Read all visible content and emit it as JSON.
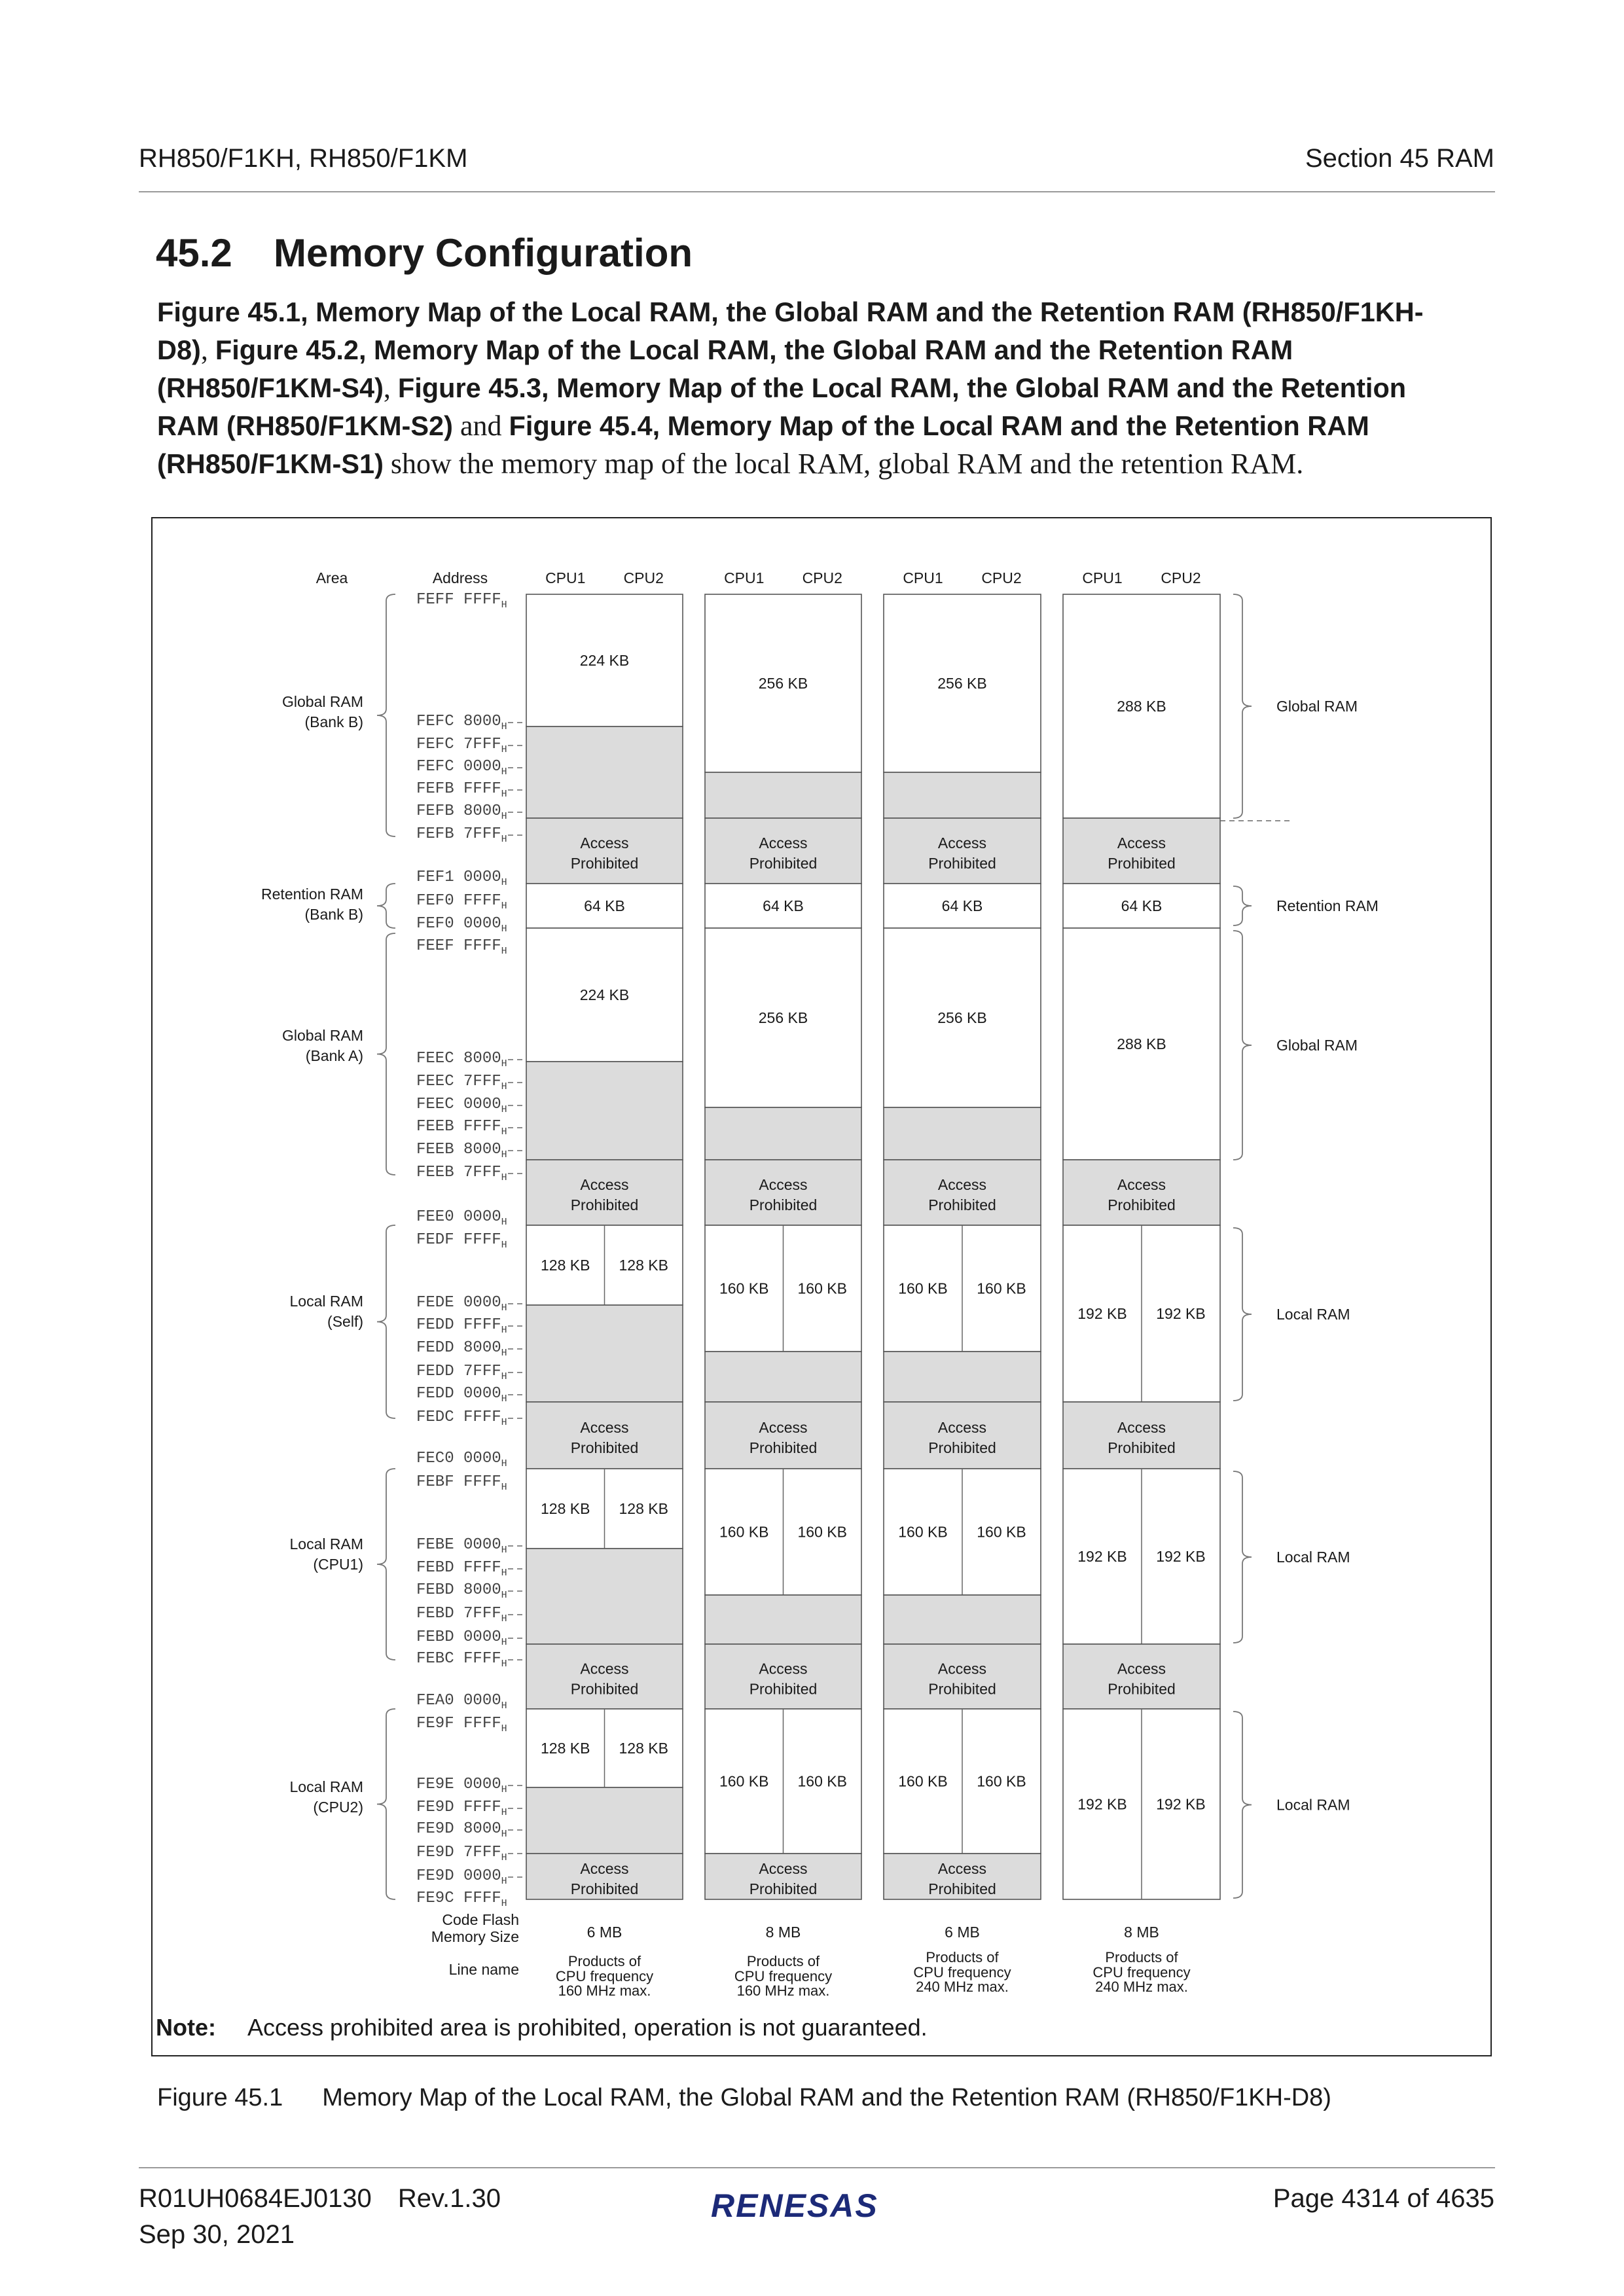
{
  "header": {
    "left": "RH850/F1KH, RH850/F1KM",
    "right": "Section 45  RAM"
  },
  "section": {
    "number": "45.2",
    "title": "Memory Configuration"
  },
  "intro": {
    "fig1": "Figure 45.1, Memory Map of the Local RAM, the Global RAM and the Retention RAM (RH850/F1KH-D8)",
    "sep1": ", ",
    "fig2": "Figure 45.2, Memory Map of the Local RAM, the Global RAM and the Retention RAM (RH850/F1KM-S4)",
    "sep2": ", ",
    "fig3": "Figure 45.3, Memory Map of the Local RAM, the Global RAM and the Retention RAM (RH850/F1KM-S2)",
    "sep3": " and ",
    "fig4": "Figure 45.4, Memory Map of the Local RAM and the Retention RAM (RH850/F1KM-S1)",
    "tail": " show the memory map of the local RAM, global RAM and the retention RAM."
  },
  "diagram": {
    "col_area": "Area",
    "col_address": "Address",
    "cpu1": "CPU1",
    "cpu2": "CPU2",
    "areas": [
      [
        "Global RAM",
        "(Bank B)"
      ],
      [
        "Retention RAM",
        "(Bank B)"
      ],
      [
        "Global RAM",
        "(Bank A)"
      ],
      [
        "Local RAM",
        "(Self)"
      ],
      [
        "Local RAM",
        "(CPU1)"
      ],
      [
        "Local RAM",
        "(CPU2)"
      ]
    ],
    "addresses": [
      "FEFF FFFF",
      "FEFC 8000",
      "FEFC 7FFF",
      "FEFC 0000",
      "FEFB FFFF",
      "FEFB 8000",
      "FEFB 7FFF",
      "FEF1 0000",
      "FEF0 FFFF",
      "FEF0 0000",
      "FEEF FFFF",
      "FEEC 8000",
      "FEEC 7FFF",
      "FEEC 0000",
      "FEEB FFFF",
      "FEEB 8000",
      "FEEB 7FFF",
      "FEE0 0000",
      "FEDF FFFF",
      "FEDE 0000",
      "FEDD FFFF",
      "FEDD 8000",
      "FEDD 7FFF",
      "FEDD 0000",
      "FEDC FFFF",
      "FEC0 0000",
      "FEBF FFFF",
      "FEBE 0000",
      "FEBD FFFF",
      "FEBD 8000",
      "FEBD 7FFF",
      "FEBD 0000",
      "FEBC FFFF",
      "FEA0 0000",
      "FE9F FFFF",
      "FE9E 0000",
      "FE9D FFFF",
      "FE9D 8000",
      "FE9D 7FFF",
      "FE9D 0000",
      "FE9C FFFF"
    ],
    "address_suffix": "H",
    "access_line1": "Access",
    "access_line2": "Prohibited",
    "retention_size": "64 KB",
    "columns": [
      {
        "global": "224 KB",
        "local": "128 KB"
      },
      {
        "global": "256 KB",
        "local": "160 KB"
      },
      {
        "global": "256 KB",
        "local": "160 KB"
      },
      {
        "global": "288 KB",
        "local": "192 KB"
      }
    ],
    "right_labels": {
      "global": "Global RAM",
      "retention": "Retention RAM",
      "local": "Local RAM"
    },
    "code_flash_label": [
      "Code Flash",
      "Memory Size"
    ],
    "code_flash_values": [
      "6 MB",
      "8 MB",
      "6 MB",
      "8 MB"
    ],
    "line_name_label": "Line name",
    "line_names": [
      [
        "Products of",
        "CPU frequency",
        "160 MHz max."
      ],
      [
        "Products of",
        "CPU frequency",
        "160 MHz max."
      ],
      [
        "Products of",
        "CPU frequency",
        "240 MHz max."
      ],
      [
        "Products of",
        "CPU frequency",
        "240 MHz max."
      ]
    ]
  },
  "note": {
    "label": "Note:",
    "text": "Access prohibited area is prohibited, operation is not guaranteed."
  },
  "caption": {
    "number": "Figure 45.1",
    "text": "Memory Map of the Local RAM, the Global RAM and the Retention RAM (RH850/F1KH-D8)"
  },
  "footer": {
    "doc_id": "R01UH0684EJ0130",
    "rev": "Rev.1.30",
    "date": "Sep 30, 2021",
    "page_label": "Page",
    "page": "4314",
    "of_label": "of",
    "total": "4635",
    "logo_text": "RENESAS"
  }
}
